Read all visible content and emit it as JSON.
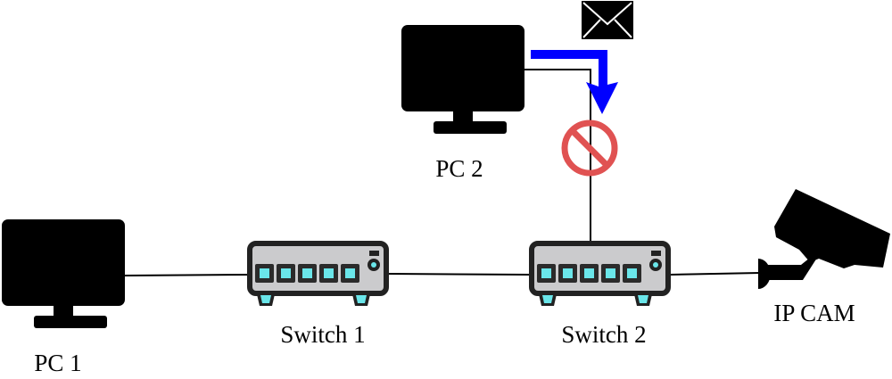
{
  "labels": {
    "pc1": "PC 1",
    "pc2": "PC 2",
    "switch1": "Switch 1",
    "switch2": "Switch 2",
    "ipcam": "IP CAM"
  },
  "colors": {
    "arrow": "#0000ff",
    "block_sign": "#e05252",
    "switch_body": "#cbcbcd",
    "switch_port": "#6ae6ea"
  },
  "icons": [
    "monitor-icon",
    "network-switch-icon",
    "security-camera-icon",
    "envelope-icon",
    "blocked-icon",
    "arrow-icon"
  ]
}
